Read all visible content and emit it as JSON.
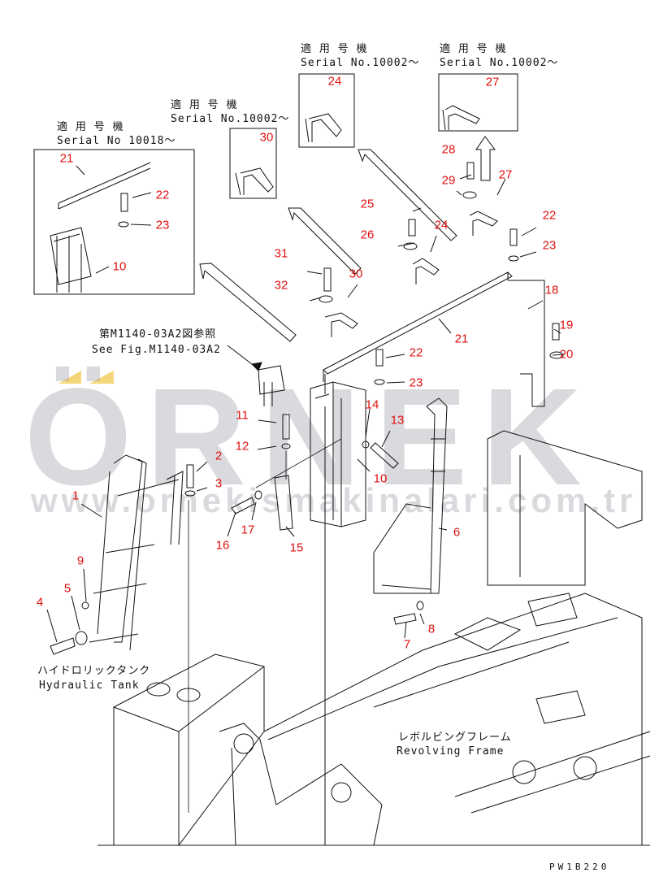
{
  "watermark": {
    "brand": "ÖRNEK",
    "url": "www.ornekismakinalari.com.tr",
    "accent_color": "#f5d77a"
  },
  "headers": [
    {
      "jp": "適 用 号 機",
      "serial": "Serial No 10018～"
    },
    {
      "jp": "適 用 号 機",
      "serial": "Serial No.10002～"
    },
    {
      "jp": "適 用 号 機",
      "serial": "Serial No.10002～"
    },
    {
      "jp": "適 用 号 機",
      "serial": "Serial No.10002～"
    }
  ],
  "reference": {
    "jp": "第M1140-03A2図参照",
    "en": "See Fig.M1140-03A2"
  },
  "hydraulic_tank": {
    "jp": "ハイドロリックタンク",
    "en": "Hydraulic Tank"
  },
  "revolving_frame": {
    "jp": "レボルビングフレーム",
    "en": "Revolving Frame"
  },
  "drawing_code": "PW1B220",
  "part_numbers": [
    "21",
    "22",
    "23",
    "10",
    "30",
    "24",
    "27",
    "28",
    "29",
    "27",
    "25",
    "26",
    "24",
    "22",
    "23",
    "31",
    "30",
    "32",
    "18",
    "19",
    "20",
    "21",
    "22",
    "23",
    "14",
    "13",
    "11",
    "12",
    "10",
    "2",
    "3",
    "1",
    "17",
    "16",
    "15",
    "6",
    "9",
    "5",
    "4",
    "8",
    "7"
  ],
  "label_color": "#e01010"
}
